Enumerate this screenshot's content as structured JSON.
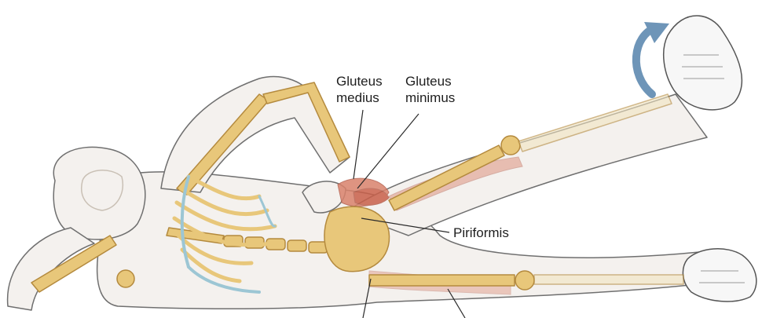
{
  "labels": {
    "gluteus_medius": {
      "line1": "Gluteus",
      "line2": "medius"
    },
    "gluteus_minimus": {
      "line1": "Gluteus",
      "line2": "minimus"
    },
    "piriformis": "Piriformis"
  },
  "colors": {
    "bone": "#e8c77a",
    "bone_shadow": "#b48a3e",
    "cartilage": "#9cc6d4",
    "muscle": "#d9826c",
    "outline": "#6f6f6f",
    "skin": "#f4f1ee",
    "arrow": "#6e95b8"
  },
  "icons": {
    "rotation_arrow": "curved-rotation-arrow-icon"
  }
}
